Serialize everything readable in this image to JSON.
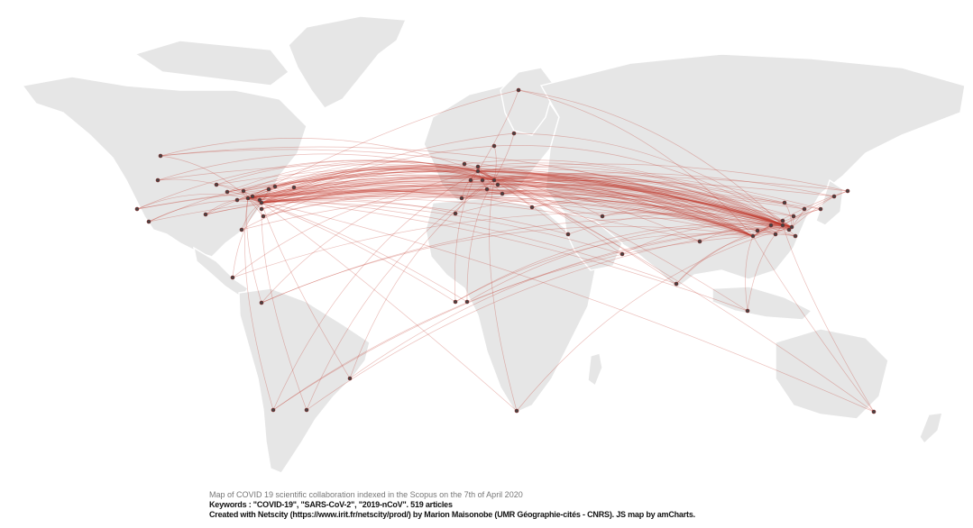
{
  "caption": {
    "title": "Map of COVID 19 scientific collaboration indexed in the Scopus on the 7th of April 2020",
    "keywords": "Keywords : \"COVID-19\", \"SARS-CoV-2\", \"2019-nCoV\". 519 articles",
    "credits": "Created with Netscity (https://www.irit.fr/netscity/prod/) by Marion Maisonobe (UMR Géographie-cités - CNRS). JS map by amCharts."
  },
  "colors": {
    "land": "#e6e6e6",
    "link": "#c0392b",
    "node": "#444444",
    "background": "#ffffff"
  }
}
